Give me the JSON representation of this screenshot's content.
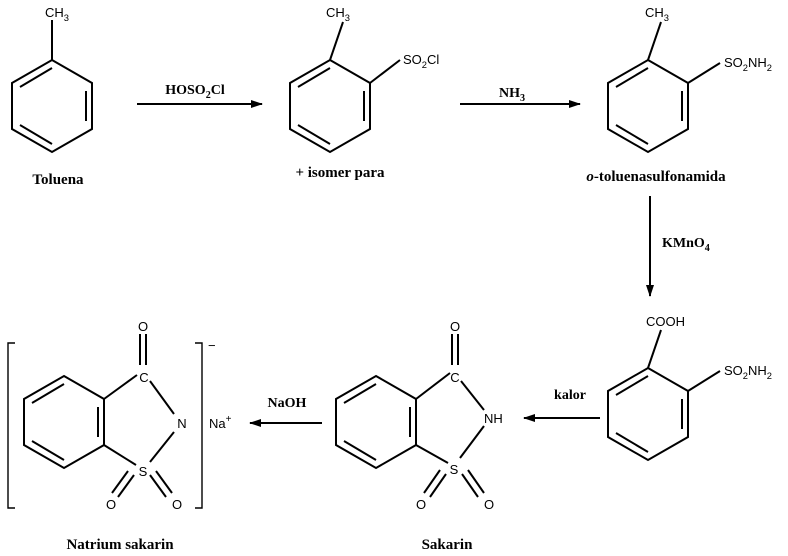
{
  "compounds": {
    "toluene": {
      "name": "Toluena",
      "methyl": "CH3"
    },
    "sulfonyl_chloride": {
      "methyl": "CH3",
      "group": "SO2Cl",
      "note": "+ isomer para"
    },
    "sulfonamide": {
      "name_prefix": "o",
      "name_suffix": "-toluenasulfonamida",
      "methyl": "CH3",
      "group": "SO2NH2"
    },
    "acid": {
      "cooh": "COOH",
      "group": "SO2NH2"
    },
    "sakarin": {
      "name": "Sakarin",
      "o_top": "O",
      "c": "C",
      "nh": "NH",
      "s": "S",
      "o_left": "O",
      "o_right": "O"
    },
    "natrium_sakarin": {
      "name": "Natrium sakarin",
      "o_top": "O",
      "c": "C",
      "n": "N",
      "s": "S",
      "o_left": "O",
      "o_right": "O",
      "charge": "−",
      "counter_ion": "Na",
      "counter_charge": "+"
    }
  },
  "reagents": {
    "step1": "HOSO2Cl",
    "step2": "NH3",
    "step3": "KMnO4",
    "step4": "kalor",
    "step5": "NaOH"
  }
}
